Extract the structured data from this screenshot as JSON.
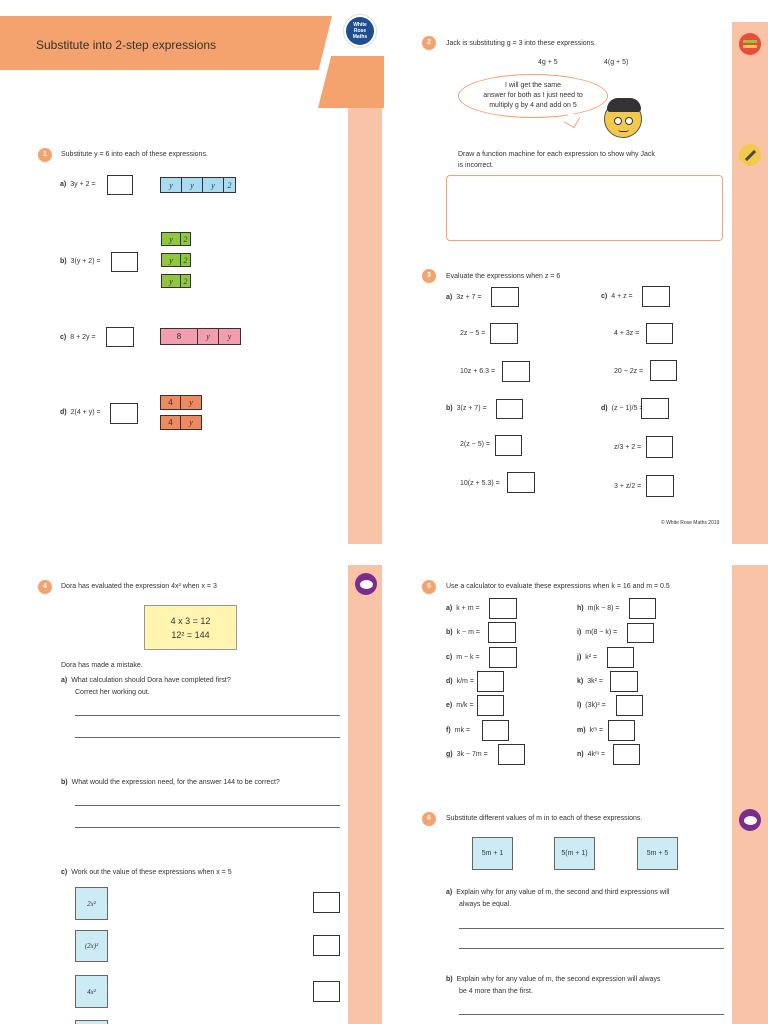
{
  "header": {
    "title": "Substitute into 2-step expressions",
    "logo": [
      "White",
      "Rose",
      "Maths"
    ]
  },
  "colors": {
    "orange": "#f4a26e",
    "stripe": "#f9c3a7",
    "blue": "#a9dcf3",
    "green": "#8fc73e",
    "pink": "#f29eae",
    "tile_orange": "#ee8a5e",
    "yellow": "#fff5b0"
  },
  "q1": {
    "num": "1",
    "prompt": "Substitute y = 6 into each of these expressions.",
    "a": {
      "label": "a)",
      "expr": "3y + 2 =",
      "bar": [
        "y",
        "y",
        "y",
        "2"
      ]
    },
    "b": {
      "label": "b)",
      "expr": "3(y + 2) =",
      "tiles": [
        "y",
        "2"
      ]
    },
    "c": {
      "label": "c)",
      "expr": "8 + 2y =",
      "bar": [
        "8",
        "y",
        "y"
      ]
    },
    "d": {
      "label": "d)",
      "expr": "2(4 + y) =",
      "tiles": [
        "4",
        "y"
      ]
    }
  },
  "q2": {
    "num": "2",
    "prompt": "Jack is substituting g = 3 into these expressions.",
    "expr1": "4g + 5",
    "expr2": "4(g + 5)",
    "bubble": [
      "I will get the same",
      "answer for both as I just need to",
      "multiply g by 4 and add on 5"
    ],
    "instruction_1": "Draw a function machine for each expression to show why Jack",
    "instruction_2": "is incorrect."
  },
  "q3": {
    "num": "3",
    "prompt": "Evaluate the expressions when z = 6",
    "left": [
      {
        "label": "a)",
        "expr": "3z + 7 ="
      },
      {
        "label": "",
        "expr": "2z − 5 ="
      },
      {
        "label": "",
        "expr": "10z + 6.3 ="
      },
      {
        "label": "b)",
        "expr": "3(z + 7) ="
      },
      {
        "label": "",
        "expr": "2(z − 5) ="
      },
      {
        "label": "",
        "expr": "10(z + 5.3) ="
      }
    ],
    "right": [
      {
        "label": "c)",
        "expr": "4 + z ="
      },
      {
        "label": "",
        "expr": "4 + 3z ="
      },
      {
        "label": "",
        "expr": "20 − 2z ="
      },
      {
        "label": "d)",
        "expr": "(z − 1)/5 ="
      },
      {
        "label": "",
        "expr": "z/3 + 2 ="
      },
      {
        "label": "",
        "expr": "3 + z/2 ="
      }
    ],
    "copyright": "© White Rose Maths 2019"
  },
  "q4": {
    "num": "4",
    "prompt": "Dora has evaluated the expression 4x² when x = 3",
    "working": [
      "4 x 3 = 12",
      "12² = 144"
    ],
    "mistake": "Dora has made a mistake.",
    "a_label": "a)",
    "a_text_1": "What calculation should Dora have completed first?",
    "a_text_2": "Correct her working out.",
    "b_label": "b)",
    "b_text": "What would the expression need, for the answer 144 to be correct?",
    "c_label": "c)",
    "c_text": "Work out the value of these expressions when x = 5",
    "cards": [
      "2x²",
      "(2x)²",
      "4x²"
    ]
  },
  "q5": {
    "num": "5",
    "prompt": "Use a calculator to evaluate these expressions when k = 16 and m = 0.5",
    "left": [
      {
        "label": "a)",
        "expr": "k + m ="
      },
      {
        "label": "b)",
        "expr": "k − m ="
      },
      {
        "label": "c)",
        "expr": "m − k ="
      },
      {
        "label": "d)",
        "expr": "k/m ="
      },
      {
        "label": "e)",
        "expr": "m/k ="
      },
      {
        "label": "f)",
        "expr": "mk ="
      },
      {
        "label": "g)",
        "expr": "3k − 7m ="
      }
    ],
    "right": [
      {
        "label": "h)",
        "expr": "m(k − 8) ="
      },
      {
        "label": "i)",
        "expr": "m(8 − k) ="
      },
      {
        "label": "j)",
        "expr": "k² ="
      },
      {
        "label": "k)",
        "expr": "3k² ="
      },
      {
        "label": "l)",
        "expr": "(3k)² ="
      },
      {
        "label": "m)",
        "expr": "kᵐ ="
      },
      {
        "label": "n)",
        "expr": "4kᵐ ="
      }
    ]
  },
  "q6": {
    "num": "6",
    "prompt": "Substitute different values of m in to each of these expressions.",
    "cards": [
      "5m + 1",
      "5(m + 1)",
      "5m + 5"
    ],
    "a_label": "a)",
    "a_text_1": "Explain why for any value of m, the second and third expressions will",
    "a_text_2": "always be equal.",
    "b_label": "b)",
    "b_text_1": "Explain why for any value of m, the second expression will always",
    "b_text_2": "be 4 more than the first."
  }
}
